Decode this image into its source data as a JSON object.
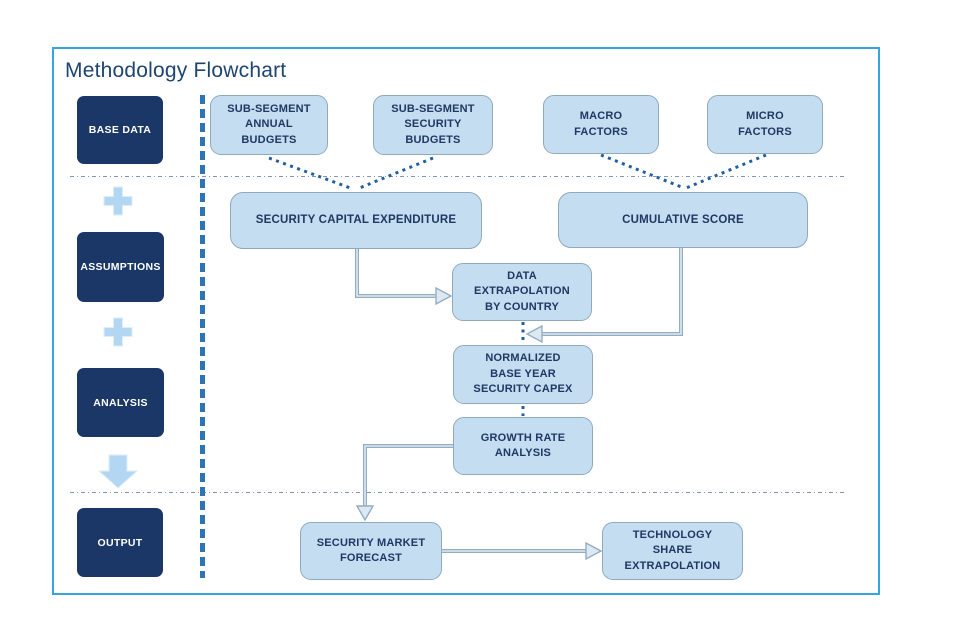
{
  "title": "Methodology Flowchart",
  "sidebar": {
    "stages": [
      {
        "label": "BASE DATA"
      },
      {
        "label": "ASSUMPTIONS"
      },
      {
        "label": "ANALYSIS"
      },
      {
        "label": "OUTPUT"
      }
    ],
    "connector_icons": [
      "plus-icon",
      "plus-icon",
      "arrow-down-icon"
    ]
  },
  "flow": {
    "nodes": [
      {
        "label": "SUB-SEGMENT\nANNUAL\nBUDGETS"
      },
      {
        "label": "SUB-SEGMENT\nSECURITY\nBUDGETS"
      },
      {
        "label": "MACRO\nFACTORS"
      },
      {
        "label": "MICRO\nFACTORS"
      },
      {
        "label": "SECURITY CAPITAL EXPENDITURE"
      },
      {
        "label": "CUMULATIVE SCORE"
      },
      {
        "label": "DATA\nEXTRAPOLATION\nBY COUNTRY"
      },
      {
        "label": "NORMALIZED\nBASE YEAR\nSECURITY CAPEX"
      },
      {
        "label": "GROWTH RATE\nANALYSIS"
      },
      {
        "label": "SECURITY MARKET\nFORECAST"
      },
      {
        "label": "TECHNOLOGY\nSHARE\nEXTRAPOLATION"
      }
    ],
    "edges": [
      "sub-segment-annual-budgets -> security-capital-expenditure (dotted)",
      "sub-segment-security-budgets -> security-capital-expenditure (dotted)",
      "macro-factors -> cumulative-score (dotted)",
      "micro-factors -> cumulative-score (dotted)",
      "security-capital-expenditure -> data-extrapolation-by-country (arrow)",
      "cumulative-score -> normalized-base-year-security-capex (arrow)",
      "data-extrapolation-by-country -> normalized-base-year-security-capex (dotted)",
      "normalized-base-year-security-capex -> growth-rate-analysis (dotted)",
      "growth-rate-analysis -> security-market-forecast (arrow)",
      "security-market-forecast -> technology-share-extrapolation (arrow)"
    ]
  },
  "colors": {
    "frame_border": "#35A5DC",
    "dark_box": "#1B3768",
    "light_box_fill": "#C5DDF0",
    "light_box_border": "#8FAABF",
    "node_text": "#1F3864",
    "dotted_connector": "#2060A0",
    "dashed_divider": "#2E74B5",
    "dash_dot_rule": "#8096C0",
    "soft_connector": "#94ADC2",
    "accent_light": "#B3D6F2",
    "title_text": "#1E4570"
  }
}
